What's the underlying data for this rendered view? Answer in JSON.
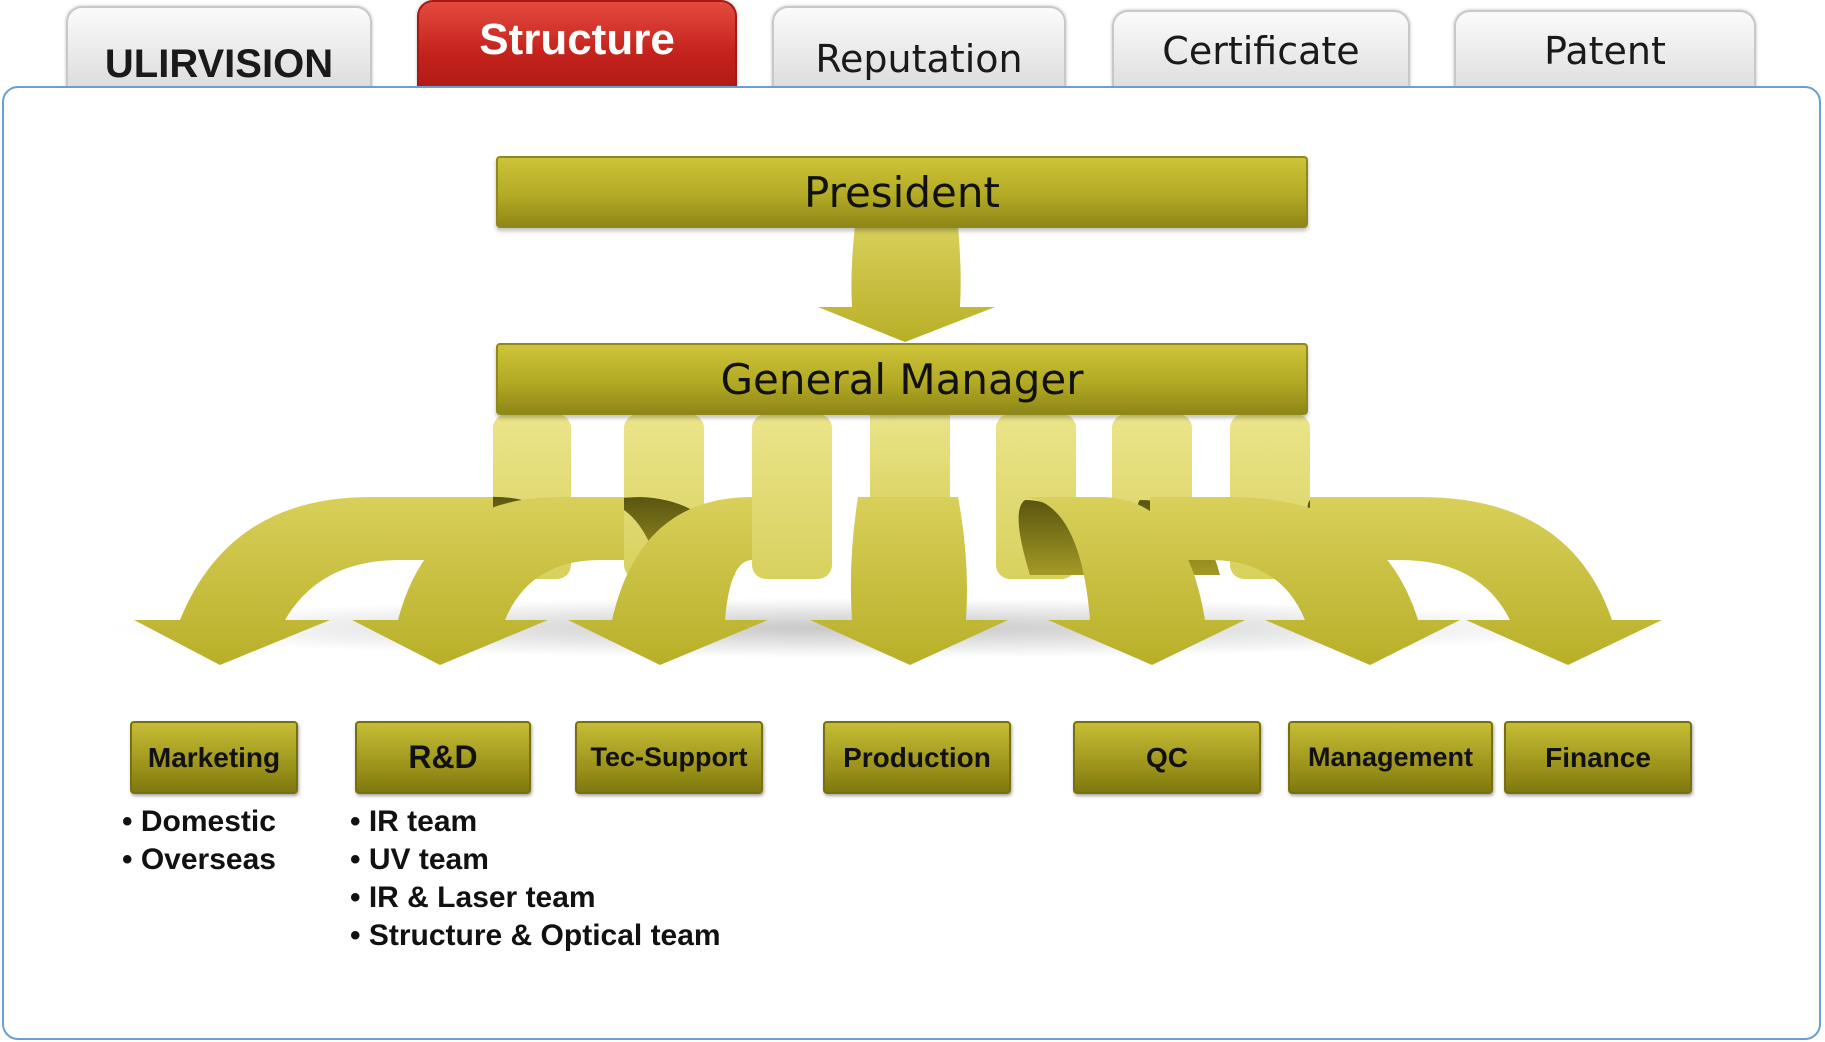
{
  "tabs": [
    {
      "label": "ULIRVISION",
      "active": false
    },
    {
      "label": "Structure",
      "active": true
    },
    {
      "label": "Reputation",
      "active": false
    },
    {
      "label": "Certificate",
      "active": false
    },
    {
      "label": "Patent",
      "active": false
    }
  ],
  "colors": {
    "accent_tab": "#c4221c",
    "panel_border": "#6a9fd1",
    "node_olive": "#b3aa25",
    "arrow_olive": "#c9c13a"
  },
  "org": {
    "president": "President",
    "general_manager": "General Manager",
    "departments": [
      {
        "name": "Marketing",
        "items": [
          "Domestic",
          "Overseas"
        ]
      },
      {
        "name": "R&D",
        "items": [
          "IR team",
          "UV team",
          "IR & Laser team",
          "Structure & Optical team"
        ]
      },
      {
        "name": "Tec-Support",
        "items": []
      },
      {
        "name": "Production",
        "items": []
      },
      {
        "name": "QC",
        "items": []
      },
      {
        "name": "Management",
        "items": []
      },
      {
        "name": "Finance",
        "items": []
      }
    ]
  }
}
